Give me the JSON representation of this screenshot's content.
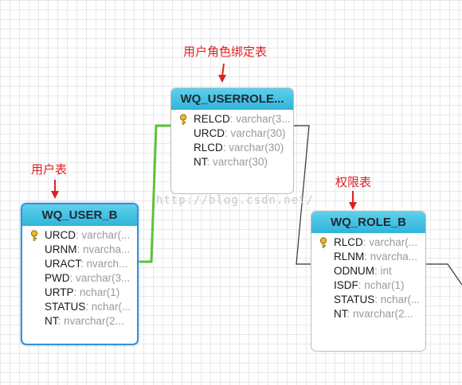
{
  "annotations": {
    "relation_table": "用户角色绑定表",
    "user_table": "用户表",
    "role_table": "权限表"
  },
  "watermark": "http://blog.csdn.net/",
  "tables": {
    "user_role": {
      "title": "WQ_USERROLE...",
      "fields": [
        {
          "name": "RELCD",
          "type": ": varchar(3...",
          "key": true
        },
        {
          "name": "URCD",
          "type": ": varchar(30)",
          "key": false
        },
        {
          "name": "RLCD",
          "type": ": varchar(30)",
          "key": false
        },
        {
          "name": "NT",
          "type": ": varchar(30)",
          "key": false
        }
      ]
    },
    "user": {
      "title": "WQ_USER_B",
      "fields": [
        {
          "name": "URCD",
          "type": ": varchar(...",
          "key": true
        },
        {
          "name": "URNM",
          "type": ": nvarcha...",
          "key": false
        },
        {
          "name": "URACT",
          "type": ": nvarch...",
          "key": false
        },
        {
          "name": "PWD",
          "type": ": varchar(3...",
          "key": false
        },
        {
          "name": "URTP",
          "type": ": nchar(1)",
          "key": false
        },
        {
          "name": "STATUS",
          "type": ": nchar(...",
          "key": false
        },
        {
          "name": "NT",
          "type": ": nvarchar(2...",
          "key": false
        }
      ]
    },
    "role": {
      "title": "WQ_ROLE_B",
      "fields": [
        {
          "name": "RLCD",
          "type": ": varchar(...",
          "key": true
        },
        {
          "name": "RLNM",
          "type": ": nvarcha...",
          "key": false
        },
        {
          "name": "ODNUM",
          "type": ": int",
          "key": false
        },
        {
          "name": "ISDF",
          "type": ": nchar(1)",
          "key": false
        },
        {
          "name": "STATUS",
          "type": ": nchar(...",
          "key": false
        },
        {
          "name": "NT",
          "type": ": nvarchar(2...",
          "key": false
        }
      ]
    }
  },
  "colors": {
    "header": "#35b6dc",
    "selected_border": "#3a8fd9",
    "relation_highlight": "#5cc23a",
    "annotation": "#e02020"
  },
  "icons": [
    "key-icon",
    "arrow-down-icon"
  ]
}
